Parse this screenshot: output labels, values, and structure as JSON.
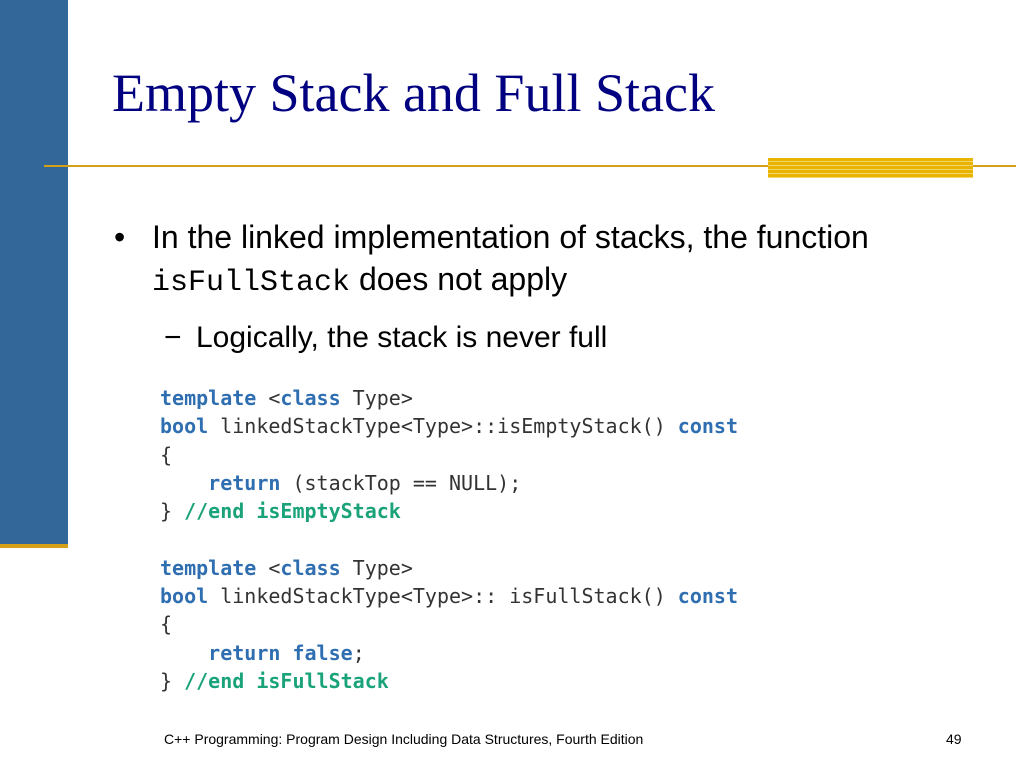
{
  "slide": {
    "title": "Empty Stack and Full Stack",
    "bullet": {
      "text_before": "In the linked implementation of stacks, the function ",
      "code_term": "isFullStack",
      "text_after": " does not apply",
      "marker": "•"
    },
    "sub_bullet": {
      "marker": "−",
      "text": "Logically, the stack is never full"
    },
    "code_lines": [
      [
        {
          "t": "template",
          "k": "kw"
        },
        {
          "t": " <",
          "k": ""
        },
        {
          "t": "class",
          "k": "kw"
        },
        {
          "t": " Type>",
          "k": ""
        }
      ],
      [
        {
          "t": "bool",
          "k": "kw"
        },
        {
          "t": " linkedStackType<Type>::isEmptyStack() ",
          "k": ""
        },
        {
          "t": "const",
          "k": "kw"
        }
      ],
      [
        {
          "t": "{",
          "k": ""
        }
      ],
      [
        {
          "t": "    ",
          "k": ""
        },
        {
          "t": "return",
          "k": "kw"
        },
        {
          "t": " (stackTop == NULL);",
          "k": ""
        }
      ],
      [
        {
          "t": "} ",
          "k": ""
        },
        {
          "t": "//end isEmptyStack",
          "k": "cm"
        }
      ],
      [
        {
          "t": "",
          "k": ""
        }
      ],
      [
        {
          "t": "template",
          "k": "kw"
        },
        {
          "t": " <",
          "k": ""
        },
        {
          "t": "class",
          "k": "kw"
        },
        {
          "t": " Type>",
          "k": ""
        }
      ],
      [
        {
          "t": "bool",
          "k": "kw"
        },
        {
          "t": " linkedStackType<Type>:: isFullStack() ",
          "k": ""
        },
        {
          "t": "const",
          "k": "kw"
        }
      ],
      [
        {
          "t": "{",
          "k": ""
        }
      ],
      [
        {
          "t": "    ",
          "k": ""
        },
        {
          "t": "return",
          "k": "kw"
        },
        {
          "t": " ",
          "k": ""
        },
        {
          "t": "false",
          "k": "kw"
        },
        {
          "t": ";",
          "k": ""
        }
      ],
      [
        {
          "t": "} ",
          "k": ""
        },
        {
          "t": "//end isFullStack",
          "k": "cm"
        }
      ]
    ],
    "footer": "C++ Programming: Program Design Including Data Structures, Fourth Edition",
    "page_number": "49"
  },
  "colors": {
    "title": "#000080",
    "side_bar": "#336699",
    "accent": "#d4a017",
    "keyword": "#2f6eb0",
    "comment": "#1aa37a"
  }
}
